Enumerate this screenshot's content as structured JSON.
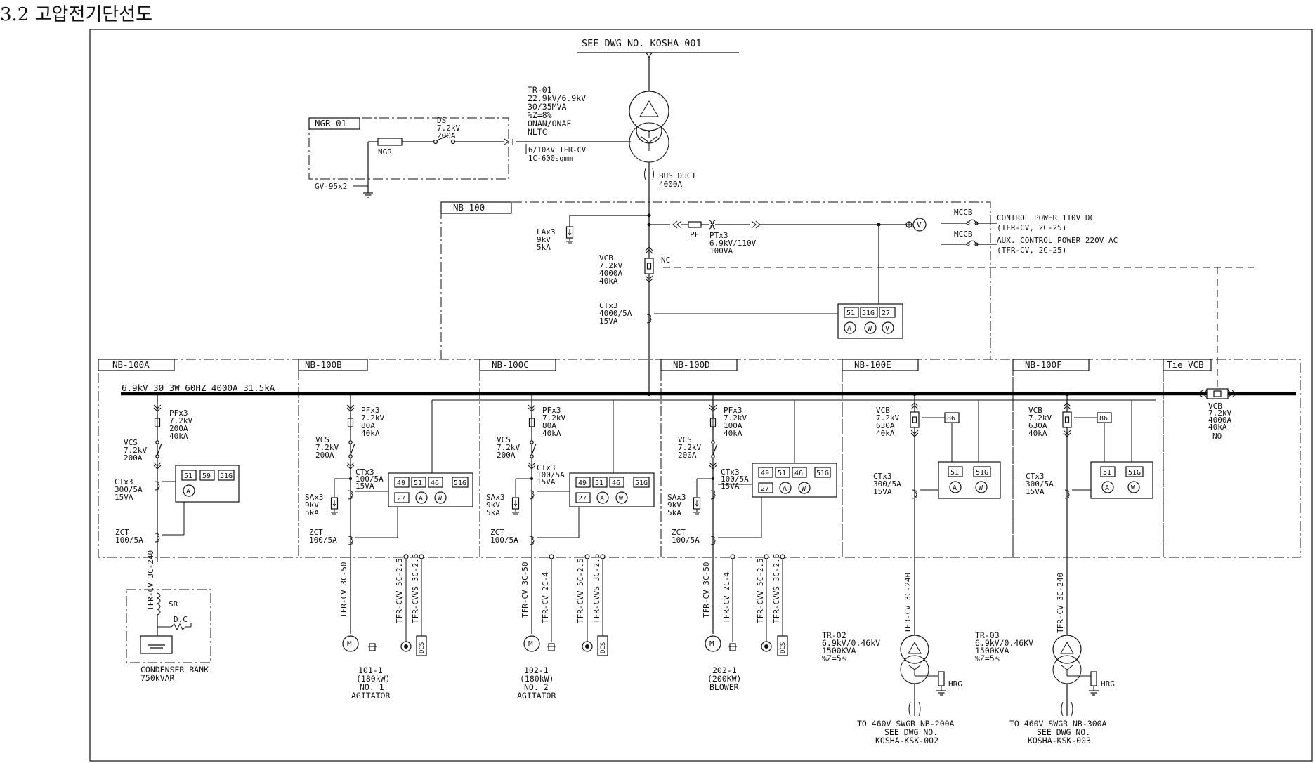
{
  "page_title": "3.2 고압전기단선도",
  "ref_top": "SEE DWG NO. KOSHA-001",
  "tr01": [
    "TR-01",
    "22.9kV/6.9kV",
    "30/35MVA",
    "%Z=8%",
    "ONAN/ONAF",
    "NLTC"
  ],
  "ngr": {
    "label": "NGR-01",
    "resistor": "NGR",
    "ground": "GV-95x2"
  },
  "ds": [
    "DS",
    "7.2kV",
    "200A"
  ],
  "ngr_cable": [
    "6/10KV TFR-CV",
    "1C-600sqmm"
  ],
  "bus_duct": [
    "BUS DUCT",
    "4000A"
  ],
  "nb100": "NB-100",
  "la": [
    "LAx3",
    "9kV",
    "5kA"
  ],
  "pf": "PF",
  "pt": [
    "PTx3",
    "6.9kV/110V",
    "100VA"
  ],
  "mccb1": "MCCB",
  "mccb2": "MCCB",
  "ctrl_power": [
    "CONTROL POWER 110V DC",
    "(TFR-CV, 2C-25)",
    "AUX. CONTROL POWER 220V AC",
    "(TFR-CV, 2C-25)"
  ],
  "main_vcb": [
    "VCB",
    "7.2kV",
    "4000A",
    "40kA"
  ],
  "nc": "NC",
  "main_ct": [
    "CTx3",
    "4000/5A",
    "15VA"
  ],
  "main_relay": [
    "51",
    "51G",
    "27"
  ],
  "main_meters": [
    "A",
    "W",
    "V"
  ],
  "v_meter": "V",
  "bus_label": "6.9kV 3Ø 3W 60HZ 4000A 31.5kA",
  "sections": [
    "NB-100A",
    "NB-100B",
    "NB-100C",
    "NB-100D",
    "NB-100E",
    "NB-100F",
    "Tie VCB"
  ],
  "feeder_a": {
    "pf": [
      "PFx3",
      "7.2kV",
      "200A",
      "40kA"
    ],
    "vcs": [
      "VCS",
      "7.2kV",
      "200A"
    ],
    "ct": [
      "CTx3",
      "300/5A",
      "15VA"
    ],
    "relay": [
      "51",
      "59",
      "51G"
    ],
    "meter": [
      "A"
    ],
    "zct": [
      "ZCT",
      "100/5A"
    ],
    "cable": "TFR-CV 3C-240",
    "sr": "SR",
    "dc": "D.C",
    "load": [
      "CONDENSER BANK",
      "750kVAR"
    ]
  },
  "feeder_b": {
    "pf": [
      "PFx3",
      "7.2kV",
      "80A",
      "40kA"
    ],
    "vcs": [
      "VCS",
      "7.2kV",
      "200A"
    ],
    "ct": [
      "CTx3",
      "100/5A",
      "15VA"
    ],
    "sa": [
      "SAx3",
      "9kV",
      "5kA"
    ],
    "zct": [
      "ZCT",
      "100/5A"
    ],
    "relay_top": [
      "49",
      "51",
      "46",
      "51G"
    ],
    "relay_bot": [
      "27",
      "A",
      "W"
    ],
    "cables": [
      "TFR-CV 3C-50",
      "TFR-CVV 5C-2.5",
      "TFR-CVVS 3C-2.5"
    ],
    "motor": "M",
    "dcs": "DCS",
    "load": [
      "101-1",
      "(180kW)",
      "NO. 1",
      "AGITATOR"
    ]
  },
  "feeder_c": {
    "pf": [
      "PFx3",
      "7.2kV",
      "80A",
      "40kA"
    ],
    "vcs": [
      "VCS",
      "7.2kV",
      "200A"
    ],
    "ct": [
      "CTx3",
      "100/5A",
      "15VA"
    ],
    "sa": [
      "SAx3",
      "9kV",
      "5kA"
    ],
    "zct": [
      "ZCT",
      "100/5A"
    ],
    "relay_top": [
      "49",
      "51",
      "46",
      "51G"
    ],
    "relay_bot": [
      "27",
      "A",
      "W"
    ],
    "cables": [
      "TFR-CV 3C-50",
      "TFR-CV 2C-4",
      "TFR-CVV 5C-2.5",
      "TFR-CVVS 3C-2.5"
    ],
    "motor": "M",
    "dcs": "DCS",
    "load": [
      "102-1",
      "(180kW)",
      "NO. 2",
      "AGITATOR"
    ]
  },
  "feeder_d": {
    "pf": [
      "PFx3",
      "7.2kV",
      "100A",
      "40kA"
    ],
    "vcs": [
      "VCS",
      "7.2kV",
      "200A"
    ],
    "ct": [
      "CTx3",
      "100/5A",
      "15VA"
    ],
    "sa": [
      "SAx3",
      "9kV",
      "5kA"
    ],
    "zct": [
      "ZCT",
      "100/5A"
    ],
    "relay_top": [
      "49",
      "51",
      "46",
      "51G"
    ],
    "relay_bot": [
      "27",
      "A",
      "W"
    ],
    "cables": [
      "TFR-CV 3C-50",
      "TFR-CV 2C-4",
      "TFR-CVV 5C-2.5",
      "TFR-CVVS 3C-2.5"
    ],
    "motor": "M",
    "dcs": "DCS",
    "load": [
      "202-1",
      "(200KW)",
      "BLOWER"
    ]
  },
  "feeder_e": {
    "vcb": [
      "VCB",
      "7.2kV",
      "630A",
      "40kA"
    ],
    "lockout": "86",
    "relay_top": [
      "51",
      "51G"
    ],
    "meters": [
      "A",
      "W"
    ],
    "ct": [
      "CTx3",
      "300/5A",
      "15VA"
    ],
    "cable": "TFR-CV 3C-240",
    "tr": [
      "TR-02",
      "6.9kV/0.46kV",
      "1500KVA",
      "%Z=5%"
    ],
    "hrg": "HRG",
    "to": [
      "TO 460V SWGR NB-200A",
      "SEE DWG NO.",
      "KOSHA-KSK-002"
    ]
  },
  "feeder_f": {
    "vcb": [
      "VCB",
      "7.2kV",
      "630A",
      "40kA"
    ],
    "lockout": "86",
    "relay_top": [
      "51",
      "51G"
    ],
    "meters": [
      "A",
      "W"
    ],
    "ct": [
      "CTx3",
      "300/5A",
      "15VA"
    ],
    "cable": "TFR-CV 3C-240",
    "tr": [
      "TR-03",
      "6.9kV/0.46KV",
      "1500KVA",
      "%Z=5%"
    ],
    "hrg": "HRG",
    "to": [
      "TO 460V SWGR NB-300A",
      "SEE DWG NO.",
      "KOSHA-KSK-003"
    ]
  },
  "tie_vcb": [
    "VCB",
    "7.2kV",
    "4000A",
    "40kA",
    "NO"
  ]
}
